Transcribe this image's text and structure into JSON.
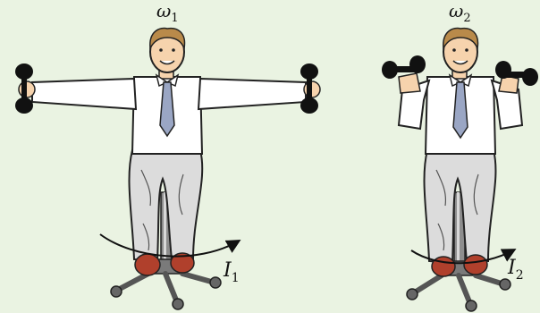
{
  "figure_a": {
    "omega": {
      "symbol": "ω",
      "subscript": "1"
    },
    "inertia": {
      "symbol": "I",
      "subscript": "1"
    }
  },
  "figure_b": {
    "omega": {
      "symbol": "ω",
      "subscript": "2"
    },
    "inertia": {
      "symbol": "I",
      "subscript": "2"
    }
  },
  "colors": {
    "background": "#eaf3e2",
    "shirt": "#ffffff",
    "skin": "#f6d3ad",
    "hair": "#b98a4a",
    "tie": "#9aa6c4",
    "pants": "#dcdcdc",
    "shoes": "#b0402c",
    "stool_metal": "#8d8d8d",
    "dumbbell": "#111111"
  }
}
